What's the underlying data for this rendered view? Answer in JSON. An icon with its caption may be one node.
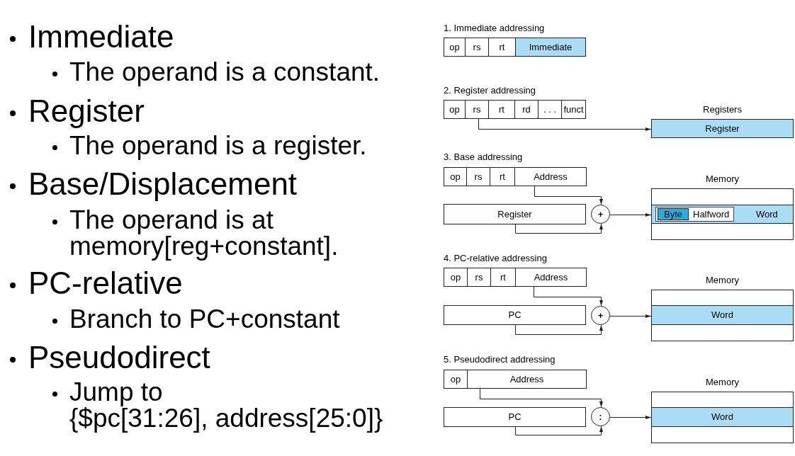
{
  "diagram": {
    "nodes": [
      {
        "text": [
          "op"
        ]
      },
      {
        "text": [
          "rs"
        ]
      },
      {
        "text": [
          "rt"
        ]
      },
      {
        "text": [
          "Immediate"
        ]
      },
      {
        "text": [
          "op"
        ]
      },
      {
        "text": [
          "rs"
        ]
      },
      {
        "text": [
          "rt"
        ]
      },
      {
        "text": [
          "rd"
        ]
      },
      {
        "text": [
          ". . ."
        ]
      },
      {
        "text": [
          "funct"
        ]
      },
      {
        "text": [
          "Registers",
          "Register"
        ]
      },
      {
        "text": [
          "op"
        ]
      },
      {
        "text": [
          "rs"
        ]
      },
      {
        "text": [
          "rt"
        ]
      },
      {
        "text": [
          "Address"
        ]
      },
      {
        "text": [
          "Memory"
        ]
      },
      {
        "text": [
          "Register"
        ]
      },
      {
        "text": [
          "+"
        ]
      },
      {
        "text": [
          "Word"
        ],
        "in": 15
      },
      {
        "text": [
          "Halfword"
        ],
        "in": 18
      },
      {
        "text": [
          "Byte"
        ],
        "in": 19
      },
      {
        "text": [
          "op"
        ]
      },
      {
        "text": [
          "rs"
        ]
      },
      {
        "text": [
          "rt"
        ]
      },
      {
        "text": [
          "Address"
        ]
      },
      {
        "text": [
          "Memory"
        ]
      },
      {
        "text": [
          "PC"
        ]
      },
      {
        "text": [
          "+"
        ]
      },
      {
        "text": [
          "Word"
        ],
        "in": 25
      },
      {
        "text": [
          "op"
        ]
      },
      {
        "text": [
          "Address"
        ]
      },
      {
        "text": [
          "Memory"
        ]
      },
      {
        "text": [
          "PC"
        ]
      },
      {
        "text": [
          ":"
        ]
      },
      {
        "text": [
          "Word"
        ],
        "in": 31
      }
    ],
    "edges": [
      {
        "from": 5,
        "to": 10,
        "arrow": "to"
      },
      {
        "from": 14,
        "to": 17,
        "arrow": "to"
      },
      {
        "from": 16,
        "to": 17,
        "arrow": "to"
      },
      {
        "from": 17,
        "to": 18,
        "arrow": "to"
      },
      {
        "from": 24,
        "to": 27,
        "arrow": "to"
      },
      {
        "from": 26,
        "to": 27,
        "arrow": "to"
      },
      {
        "from": 27,
        "to": 28,
        "arrow": "to"
      },
      {
        "from": 30,
        "to": 33,
        "arrow": "to"
      },
      {
        "from": 32,
        "to": 33,
        "arrow": "to"
      },
      {
        "from": 33,
        "to": 34,
        "arrow": "to"
      }
    ],
    "labels": [
      "Immediate",
      "The operand is a constant.",
      "Register",
      "The operand is a register.",
      "Base/Displacement",
      "The operand is at memory[reg+constant].",
      "PC-relative",
      "Branch to PC+constant",
      "Pseudodirect",
      "Jump to {$pc[31:26], address[25:0]}",
      "1. Immediate addressing",
      "2. Register addressing",
      "3. Base addressing",
      "4. PC-relative addressing",
      "5. Pseudodirect addressing"
    ]
  }
}
